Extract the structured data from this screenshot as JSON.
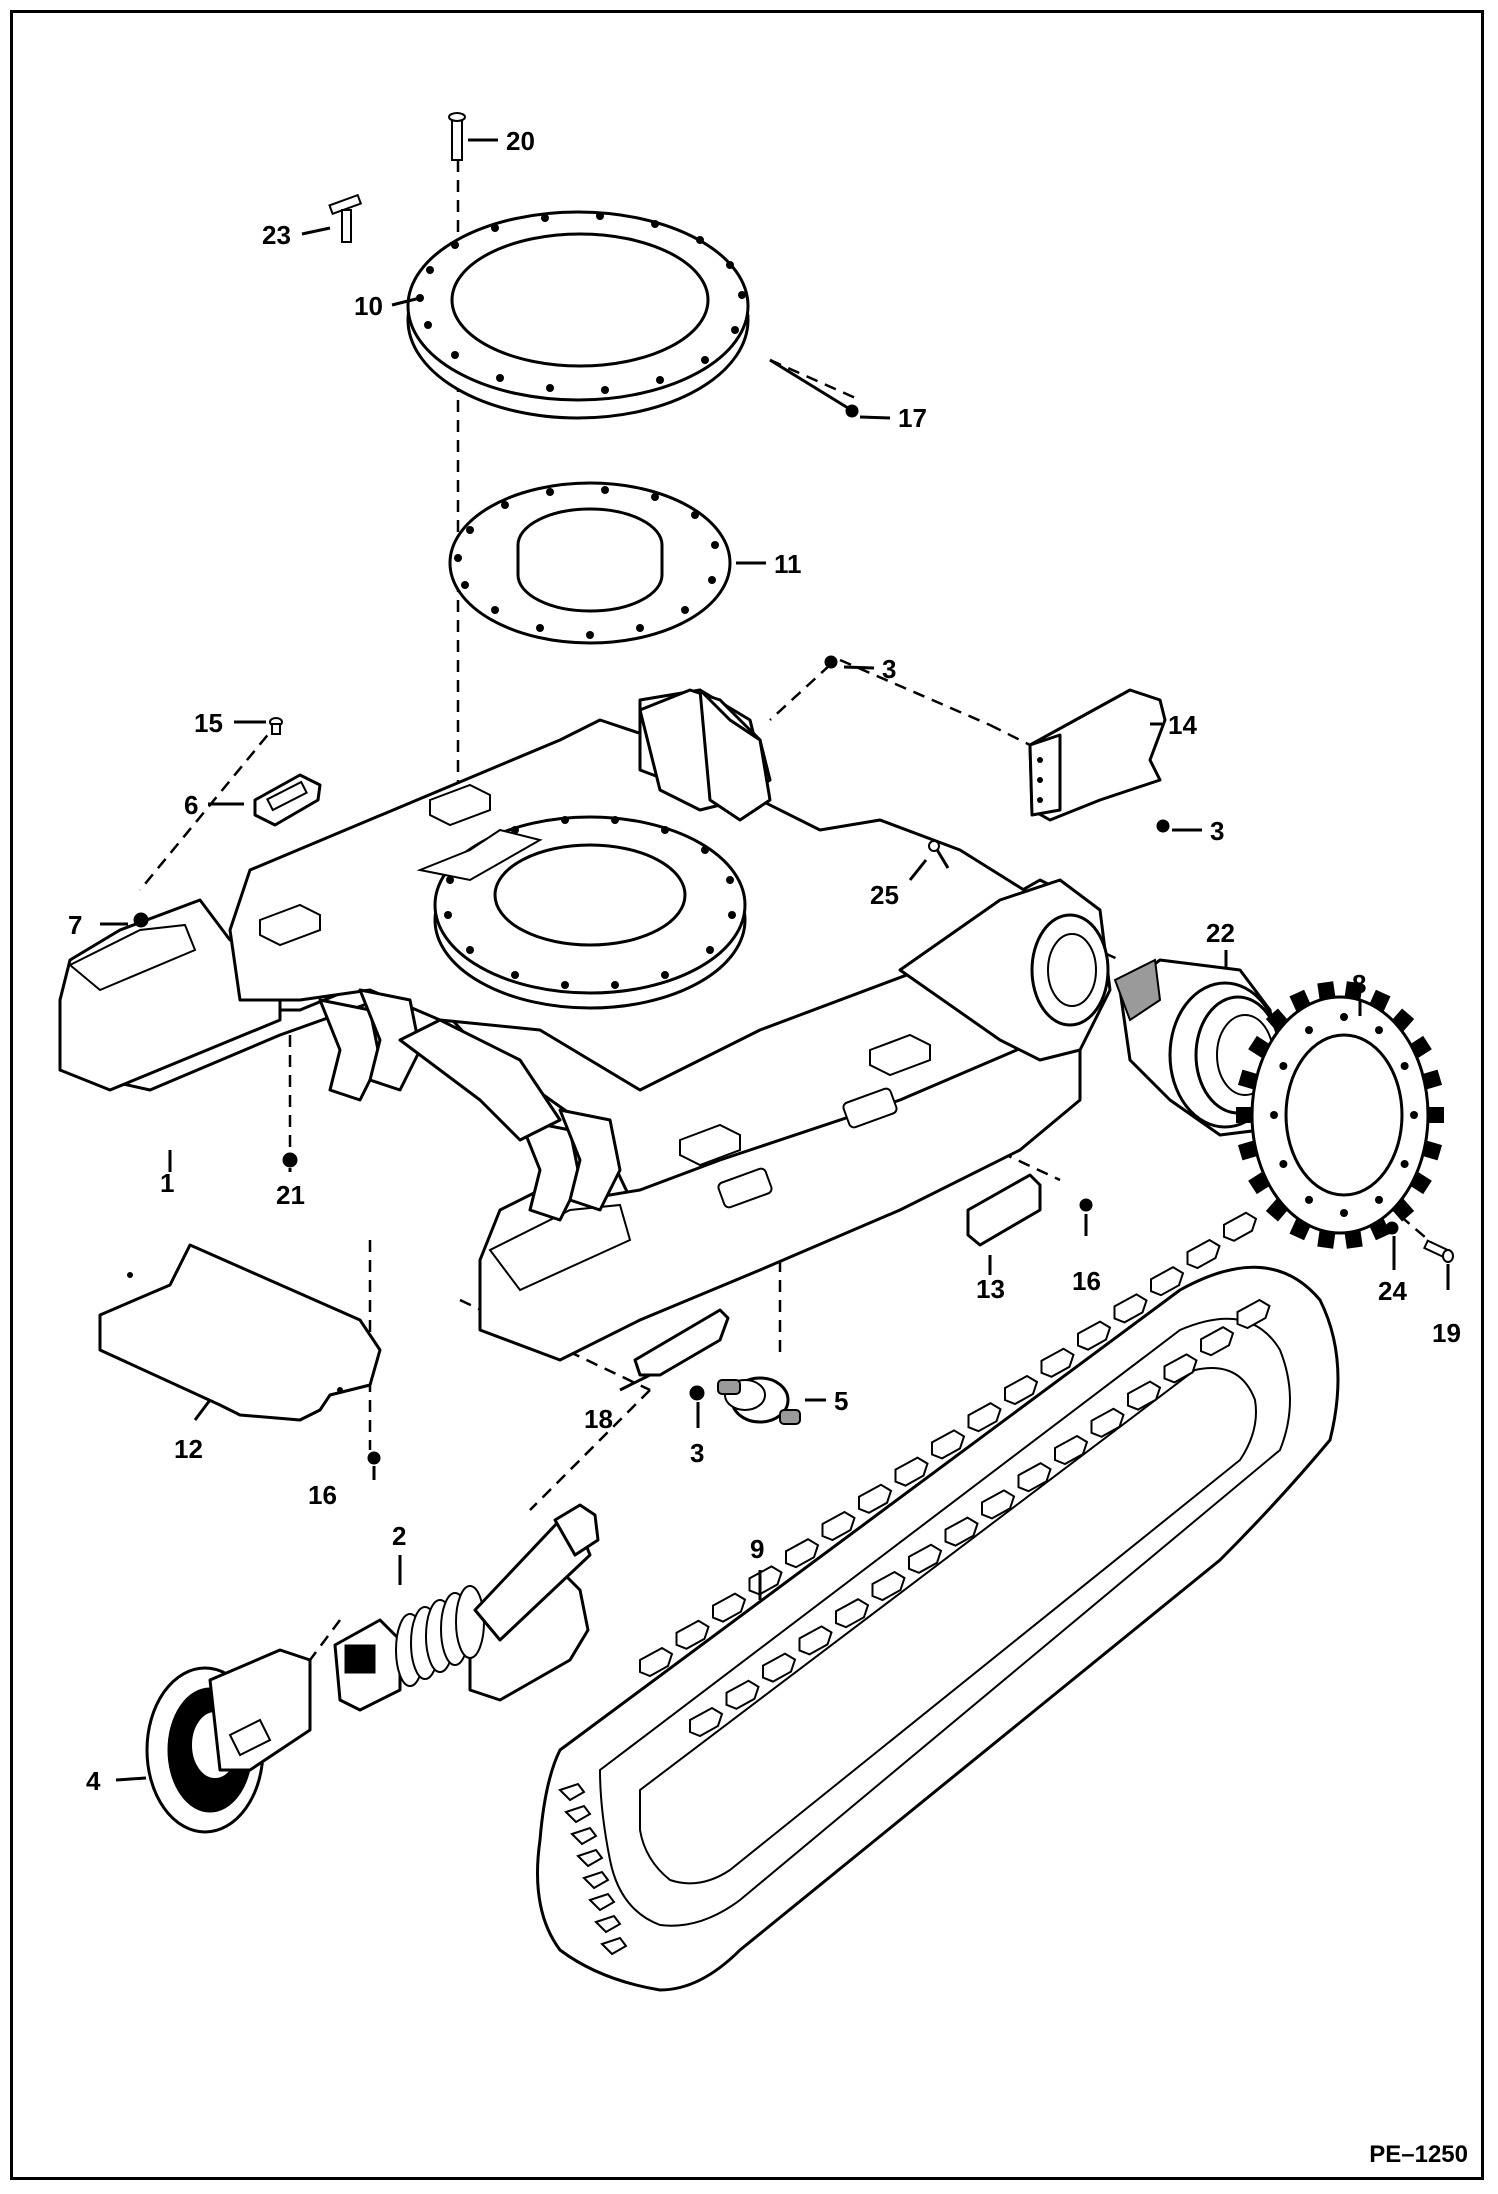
{
  "drawing_code": "PE–1250",
  "callouts": {
    "c1": "1",
    "c2": "2",
    "c3a": "3",
    "c3b": "3",
    "c3c": "3",
    "c4": "4",
    "c5": "5",
    "c6": "6",
    "c7": "7",
    "c8": "8",
    "c9": "9",
    "c10": "10",
    "c11": "11",
    "c12": "12",
    "c13": "13",
    "c14": "14",
    "c15": "15",
    "c16a": "16",
    "c16b": "16",
    "c17": "17",
    "c18": "18",
    "c19": "19",
    "c20": "20",
    "c21": "21",
    "c22": "22",
    "c23": "23",
    "c24": "24",
    "c25": "25"
  }
}
